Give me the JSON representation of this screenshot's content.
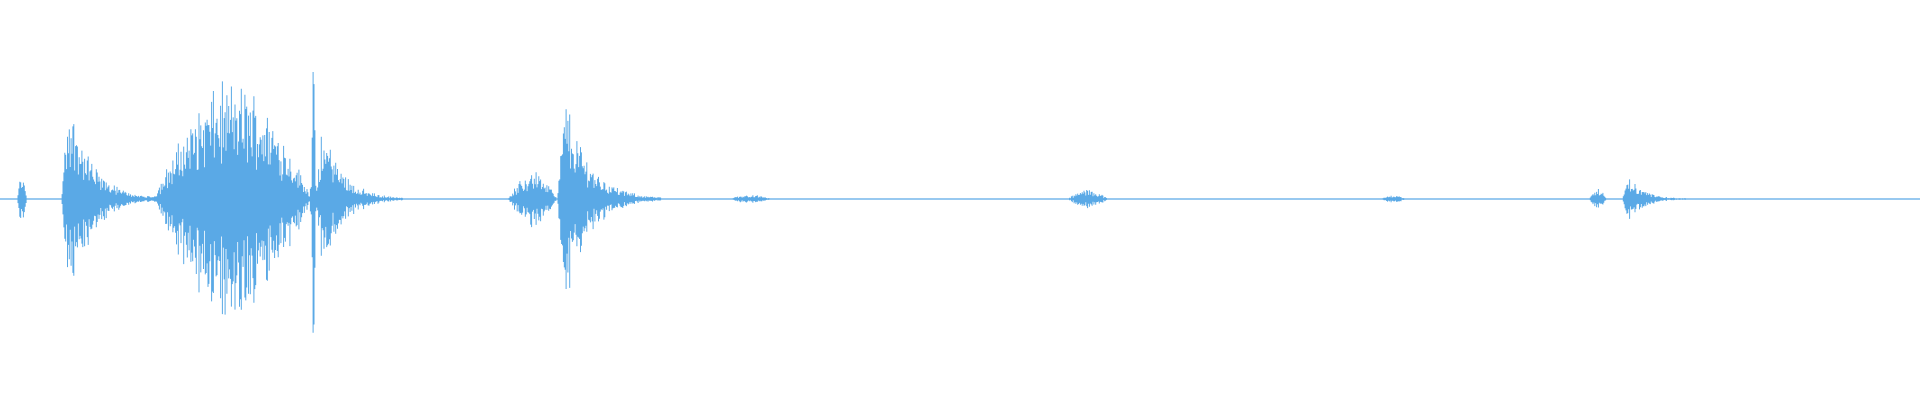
{
  "waveform": {
    "color": "#5aa9e6",
    "duration_points": 1568,
    "segments": [
      {
        "start": 14,
        "end": 22,
        "peak": 0.23
      },
      {
        "start": 50,
        "end": 130,
        "peak": 1.0,
        "shape": "spike-decay"
      },
      {
        "start": 125,
        "end": 255,
        "peak": 1.08,
        "shape": "swell"
      },
      {
        "start": 252,
        "end": 262,
        "peak": 1.22,
        "shape": "spike"
      },
      {
        "start": 258,
        "end": 330,
        "peak": 0.73,
        "shape": "spike-decay"
      },
      {
        "start": 415,
        "end": 455,
        "peak": 0.26,
        "shape": "swell"
      },
      {
        "start": 455,
        "end": 540,
        "peak": 1.0,
        "shape": "spike-decay"
      },
      {
        "start": 595,
        "end": 630,
        "peak": 0.04,
        "shape": "swell"
      },
      {
        "start": 872,
        "end": 905,
        "peak": 0.09,
        "shape": "swell"
      },
      {
        "start": 1128,
        "end": 1148,
        "peak": 0.04,
        "shape": "swell"
      },
      {
        "start": 1298,
        "end": 1312,
        "peak": 0.1,
        "shape": "swell"
      },
      {
        "start": 1325,
        "end": 1385,
        "peak": 0.21,
        "shape": "spike-decay"
      }
    ]
  }
}
